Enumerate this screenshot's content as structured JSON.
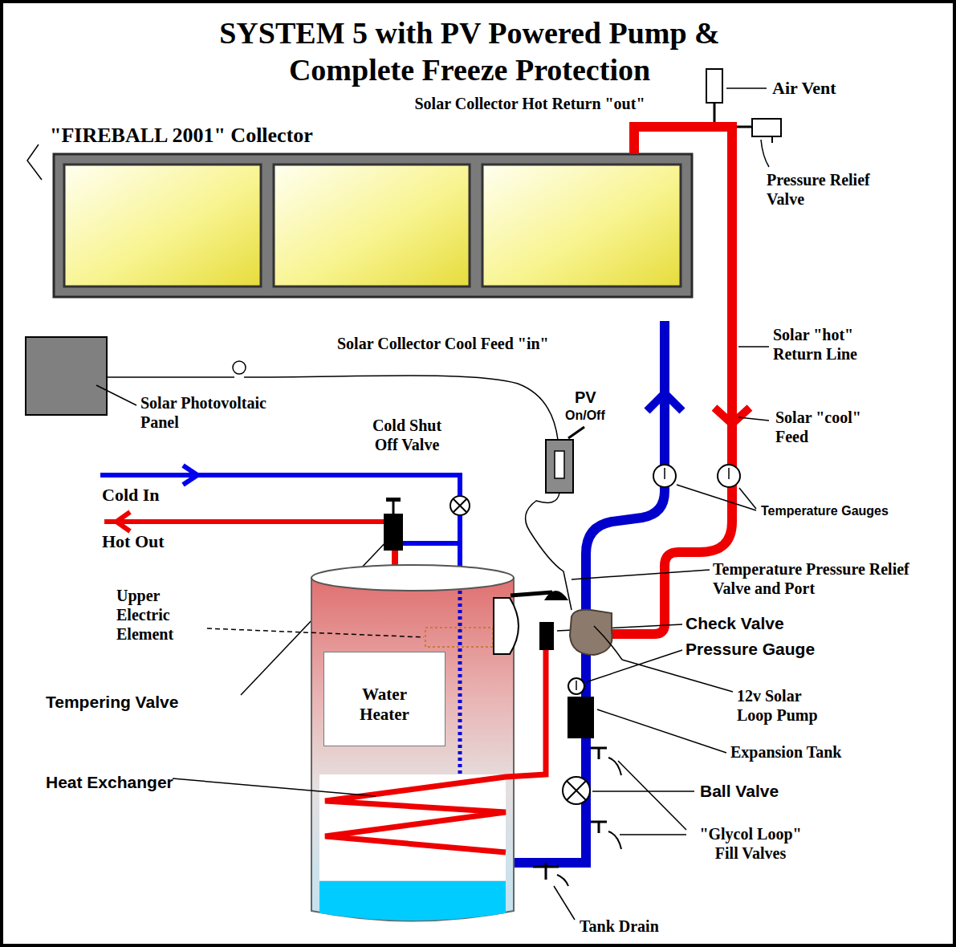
{
  "diagram": {
    "title": "SYSTEM 5 with PV Powered Pump & Complete Freeze Protection",
    "nodes": [
      {
        "text": [
          "Water Heater"
        ]
      }
    ],
    "labels": [
      "\"FIREBALL 2001\" Collector",
      "Solar Collector Hot Return \"out\"",
      "Air Vent",
      "Pressure Relief Valve",
      "Solar Collector Cool Feed \"in\"",
      "Solar \"hot\" Return Line",
      "Solar Photovoltaic Panel",
      "PV",
      "On/Off",
      "Cold Shut Off Valve",
      "Solar \"cool\" Feed",
      "Cold In",
      "Hot Out",
      "Temperature Gauges",
      "Upper Electric Element",
      "Temperature Pressure Relief Valve and Port",
      "Check Valve",
      "Pressure Gauge",
      "12v Solar Loop Pump",
      "Tempering Valve",
      "Expansion Tank",
      "Heat Exchanger",
      "Ball Valve",
      "\"Glycol Loop\" Fill Valves",
      "Tank Drain"
    ]
  }
}
